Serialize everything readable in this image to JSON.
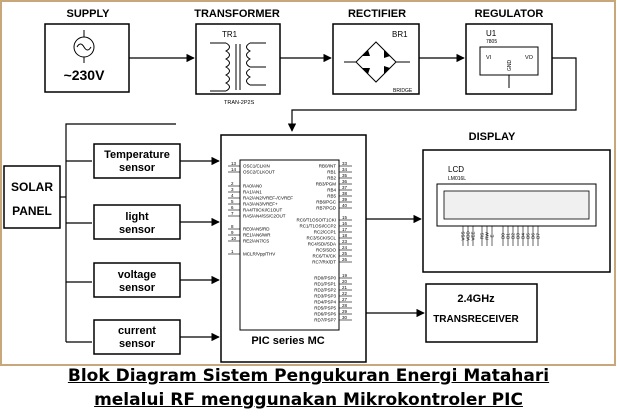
{
  "top_labels": {
    "supply": "SUPPLY",
    "transformer": "TRANSFORMER",
    "rectifier": "RECTIFIER",
    "regulator": "REGULATOR",
    "display": "DISPLAY"
  },
  "supply": {
    "voltage": "~230V"
  },
  "transformer": {
    "ref": "TR1",
    "part": "TRAN-2P2S"
  },
  "rectifier": {
    "ref": "BR1",
    "part": "BRIDGE"
  },
  "regulator": {
    "ref": "U1",
    "part": "7805",
    "vi": "VI",
    "vo": "VO",
    "gnd": "GND"
  },
  "solar": {
    "line1": "SOLAR",
    "line2": "PANEL"
  },
  "sensors": [
    {
      "line1": "Temperature",
      "line2": "sensor"
    },
    {
      "line1": "light",
      "line2": "sensor"
    },
    {
      "line1": "voltage",
      "line2": "sensor"
    },
    {
      "line1": "current",
      "line2": "sensor"
    }
  ],
  "mcu": {
    "label": "PIC series MC",
    "left_pins": [
      {
        "num": "13",
        "name": "OSC1/CLKIN"
      },
      {
        "num": "14",
        "name": "OSC2/CLKOUT"
      },
      {
        "num": "2",
        "name": "RA0/AN0"
      },
      {
        "num": "3",
        "name": "RA1/AN1"
      },
      {
        "num": "4",
        "name": "RA2/AN2/VREF-/CVREF"
      },
      {
        "num": "5",
        "name": "RA3/AN3/VREF+"
      },
      {
        "num": "6",
        "name": "RA4/T0CKI/C1OUT"
      },
      {
        "num": "7",
        "name": "RA5/AN4/SS/C2OUT"
      },
      {
        "num": "8",
        "name": "RE0/AN5/RD"
      },
      {
        "num": "9",
        "name": "RE1/AN6/WR"
      },
      {
        "num": "10",
        "name": "RE2/AN7/CS"
      },
      {
        "num": "1",
        "name": "MCLR/Vpp/THV"
      }
    ],
    "right_pins": [
      {
        "num": "33",
        "name": "RB0/INT"
      },
      {
        "num": "34",
        "name": "RB1"
      },
      {
        "num": "35",
        "name": "RB2"
      },
      {
        "num": "36",
        "name": "RB3/PGM"
      },
      {
        "num": "37",
        "name": "RB4"
      },
      {
        "num": "38",
        "name": "RB5"
      },
      {
        "num": "39",
        "name": "RB6/PGC"
      },
      {
        "num": "40",
        "name": "RB7/PGD"
      },
      {
        "num": "15",
        "name": "RC0/T1OSO/T1CKI"
      },
      {
        "num": "16",
        "name": "RC1/T1OSI/CCP2"
      },
      {
        "num": "17",
        "name": "RC2/CCP1"
      },
      {
        "num": "18",
        "name": "RC3/SCK/SCL"
      },
      {
        "num": "23",
        "name": "RC4/SDI/SDA"
      },
      {
        "num": "24",
        "name": "RC5/SDO"
      },
      {
        "num": "25",
        "name": "RC6/TX/CK"
      },
      {
        "num": "26",
        "name": "RC7/RX/DT"
      },
      {
        "num": "19",
        "name": "RD0/PSP0"
      },
      {
        "num": "20",
        "name": "RD1/PSP1"
      },
      {
        "num": "21",
        "name": "RD2/PSP2"
      },
      {
        "num": "22",
        "name": "RD3/PSP3"
      },
      {
        "num": "27",
        "name": "RD4/PSP4"
      },
      {
        "num": "28",
        "name": "RD5/PSP5"
      },
      {
        "num": "29",
        "name": "RD6/PSP6"
      },
      {
        "num": "30",
        "name": "RD7/PSP7"
      }
    ]
  },
  "lcd": {
    "title": "LCD",
    "part": "LM016L",
    "pins": [
      "VSS",
      "VDD",
      "VEE",
      "RS",
      "RW",
      "E",
      "D0",
      "D1",
      "D2",
      "D3",
      "D4",
      "D5",
      "D6",
      "D7"
    ]
  },
  "transceiver": {
    "line1": "2.4GHz",
    "line2": "TRANSRECEIVER"
  },
  "caption": {
    "line1": "Blok Diagram Sistem Pengukuran Energi Matahari",
    "line2": "melalui RF menggunakan Mikrokontroler PIC"
  }
}
